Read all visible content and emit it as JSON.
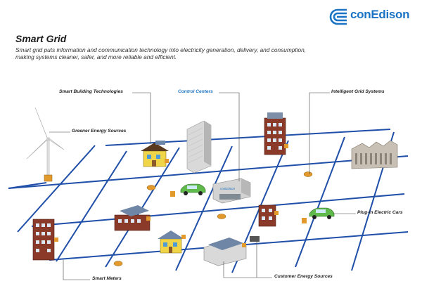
{
  "brand": {
    "name": "conEdison",
    "color": "#1a73c4"
  },
  "header": {
    "title": "Smart Grid",
    "subtitle": "Smart grid puts information and communication technology into electricity generation, delivery, and consumption, making systems cleaner, safer, and more reliable and efficient."
  },
  "labels": {
    "smart_building": "Smart Building Technologies",
    "control_centers": "Control Centers",
    "intelligent_grid": "Intelligent Grid Systems",
    "greener_energy": "Greener Energy Sources",
    "electric_cars": "Plug-in Electric Cars",
    "smart_meters": "Smart Meters",
    "customer_energy": "Customer Energy Sources"
  },
  "building_sign": "conEdison",
  "colors": {
    "grid_line": "#1f4fa8",
    "highlight_label": "#1b75c0",
    "meter": "#e39a2d"
  }
}
